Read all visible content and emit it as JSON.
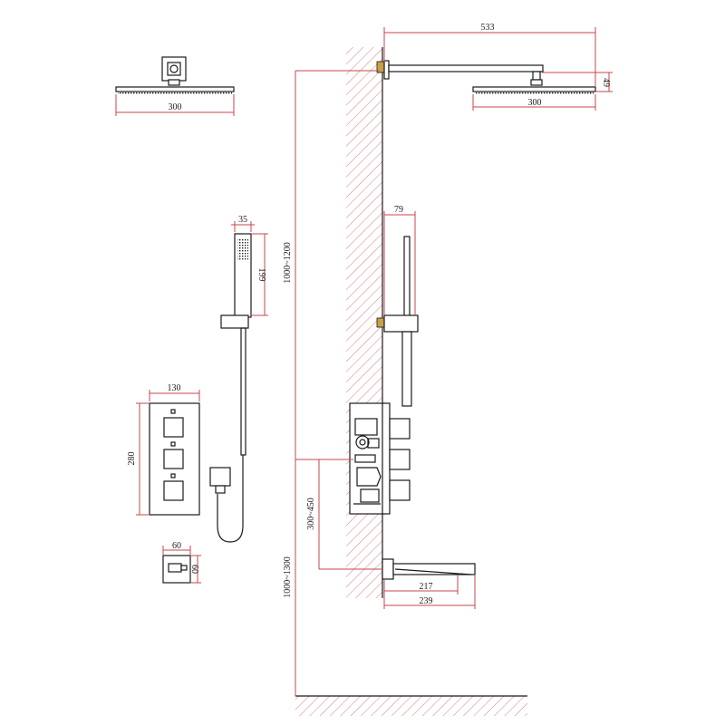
{
  "colors": {
    "dimension_line": "#c8464b",
    "hatch": "#c86064",
    "ink": "#1a1a1a",
    "brass": "#c9a04a"
  },
  "dimensions": {
    "arm_length": "533",
    "rain_head_width_left": "300",
    "rain_head_width_right": "300",
    "rain_head_height": "49",
    "handset_width": "35",
    "handset_length": "199",
    "rail_offset": "79",
    "valve_width": "130",
    "valve_height": "280",
    "outlet_width": "60",
    "outlet_height": "60",
    "head_height_range": "1000~1200",
    "valve_to_spout": "300~450",
    "spout_height_range": "1000~1300",
    "spout_projection_inner": "217",
    "spout_projection_outer": "239"
  },
  "icons": {
    "rain_head_front": "square-rain-shower-head",
    "hand_shower": "hand-shower-handset",
    "valve_plate": "triple-thermostatic-valve-plate",
    "wall_outlet": "wall-outlet-elbow",
    "wall": "hatched-wall",
    "floor": "hatched-floor"
  }
}
